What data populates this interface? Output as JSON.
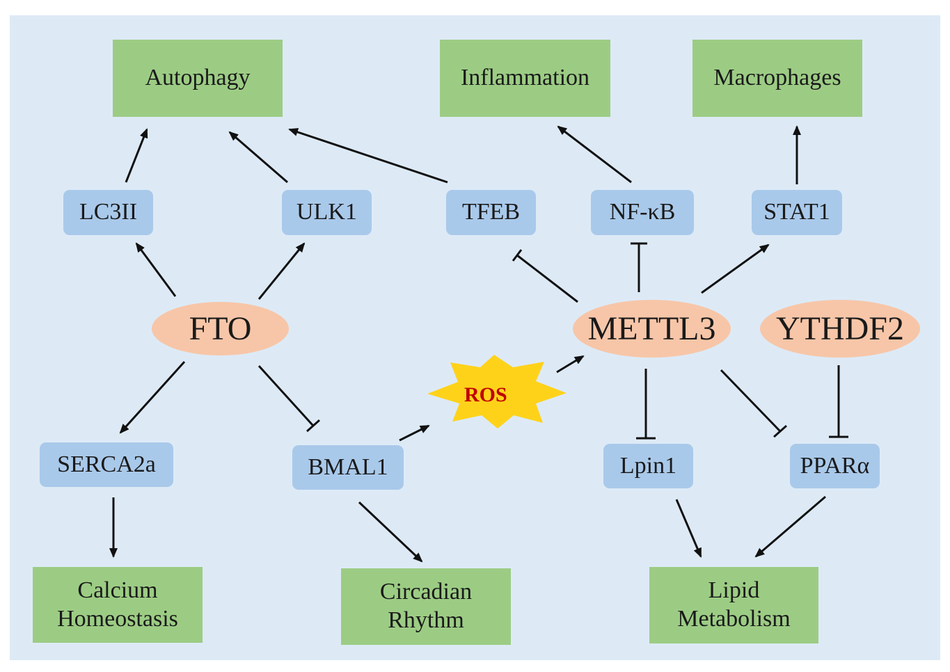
{
  "nodes": {
    "autophagy": "Autophagy",
    "inflammation": "Inflammation",
    "macrophages": "Macrophages",
    "lc3ii": "LC3II",
    "ulk1": "ULK1",
    "tfeb": "TFEB",
    "nfkb": "NF-κB",
    "stat1": "STAT1",
    "fto": "FTO",
    "mettl3": "METTL3",
    "ythdf2": "YTHDF2",
    "ros": "ROS",
    "serca2a": "SERCA2a",
    "bmal1": "BMAL1",
    "lpin1": "Lpin1",
    "ppara": "PPARα",
    "calcium_line1": "Calcium",
    "calcium_line2": "Homeostasis",
    "circadian_line1": "Circadian",
    "circadian_line2": "Rhythm",
    "lipid_line1": "Lipid",
    "lipid_line2": "Metabolism"
  },
  "colors": {
    "background": "#ddeaf6",
    "outcome_box": "#9ccc84",
    "protein_box": "#a9c9ea",
    "enzyme_ellipse": "#f7c6a8",
    "ros_burst": "#ffd21a",
    "ros_text": "#c00000",
    "edge": "#111111"
  }
}
